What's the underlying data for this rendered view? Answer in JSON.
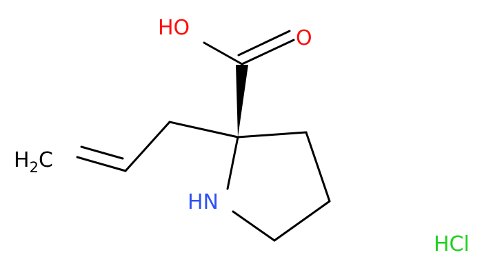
{
  "structure": {
    "atoms": {
      "hydroxyl": "HO",
      "carbonyl_oxygen": "O",
      "amine": "HN",
      "vinyl_h": "H",
      "vinyl_sub": "2",
      "vinyl_c": "C",
      "salt": "HCl"
    },
    "colors": {
      "oxygen": "#ff0d0d",
      "nitrogen": "#3050f8",
      "carbon": "#000000",
      "chlorine": "#1fd01f",
      "bond": "#000000"
    }
  }
}
